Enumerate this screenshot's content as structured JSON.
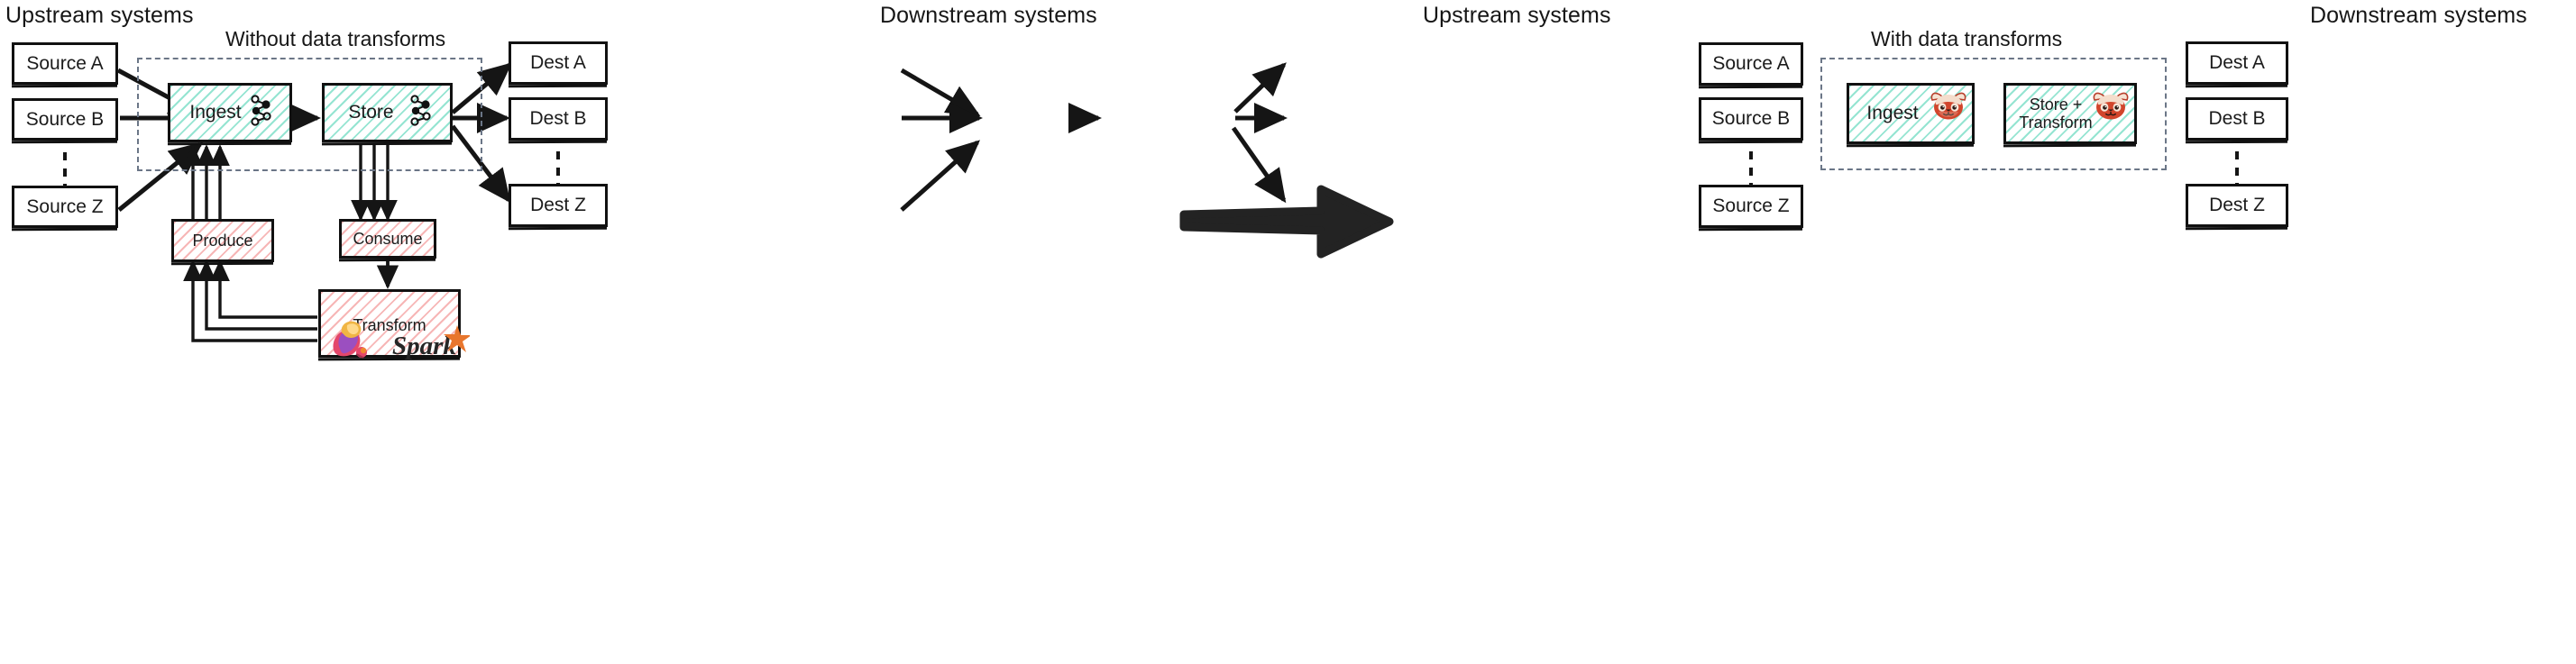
{
  "diagram": {
    "title_left": "Without data transforms",
    "title_right": "With data transforms",
    "colors": {
      "teal_hatch": "#3ecfac",
      "pink_hatch": "#ef7474",
      "boundary_dash": "#6b7687",
      "stroke": "#111111",
      "spark_orange": "#e8762d",
      "panda_red": "#c8402f"
    }
  },
  "left_panel": {
    "heading_upstream": "Upstream systems",
    "heading_downstream": "Downstream systems",
    "panel_title": "Without data transforms",
    "sources": [
      {
        "label": "Source A"
      },
      {
        "label": "Source B"
      },
      {
        "label": "Source Z"
      }
    ],
    "destinations": [
      {
        "label": "Dest A"
      },
      {
        "label": "Dest B"
      },
      {
        "label": "Dest Z"
      }
    ],
    "pipeline": [
      {
        "label": "Ingest",
        "icon": "kafka-icon",
        "fill": "teal"
      },
      {
        "label": "Store",
        "icon": "kafka-icon",
        "fill": "teal"
      }
    ],
    "external": [
      {
        "label": "Produce",
        "fill": "pink",
        "icon": null
      },
      {
        "label": "Consume",
        "fill": "pink",
        "icon": null
      },
      {
        "label": "Transform",
        "fill": "pink",
        "icons": [
          "flink-icon",
          "spark-icon"
        ]
      }
    ]
  },
  "middle": {
    "arrow": "big-right-arrow"
  },
  "right_panel": {
    "heading_upstream": "Upstream systems",
    "heading_downstream": "Downstream systems",
    "panel_title": "With data transforms",
    "sources": [
      {
        "label": "Source A"
      },
      {
        "label": "Source B"
      },
      {
        "label": "Source Z"
      }
    ],
    "destinations": [
      {
        "label": "Dest A"
      },
      {
        "label": "Dest B"
      },
      {
        "label": "Dest Z"
      }
    ],
    "pipeline": [
      {
        "label": "Ingest",
        "icon": "redpanda-icon",
        "fill": "teal"
      },
      {
        "label": "Store +\nTransform",
        "label_line1": "Store +",
        "label_line2": "Transform",
        "icon": "redpanda-icon",
        "fill": "teal"
      }
    ]
  }
}
